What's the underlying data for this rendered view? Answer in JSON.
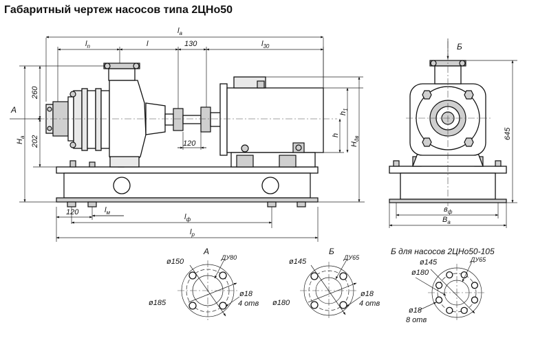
{
  "title": "Габаритный чертеж насосов типа 2ЦНо50",
  "dimensions": {
    "la": "l",
    "la_sub": "a",
    "ln": "l",
    "ln_sub": "n",
    "l": "l",
    "d130": "130",
    "l30": "l",
    "l30_sub": "30",
    "d260": "260",
    "d202": "202",
    "Ha": "H",
    "Ha_sub": "a",
    "d120_coupling": "120",
    "h": "h",
    "h1": "h",
    "h1_sub": "1",
    "Hdv": "H",
    "Hdv_sub": "дв",
    "d120_base": "120",
    "lm": "l",
    "lm_sub": "м",
    "lf": "l",
    "lf_sub": "ф",
    "lp": "l",
    "lp_sub": "р",
    "d645": "645",
    "bf": "в",
    "bf_sub": "ф",
    "Ba": "B",
    "Ba_sub": "a"
  },
  "view_labels": {
    "arrow_A": "А",
    "arrow_B": "Б"
  },
  "flanges": [
    {
      "label": "А",
      "outer_dia": "ø150",
      "nominal": "ДУ80",
      "bolt_circle": "ø185",
      "hole_dia": "ø18",
      "hole_count": "4 отв"
    },
    {
      "label": "Б",
      "outer_dia": "ø145",
      "nominal": "ДУ65",
      "bolt_circle": "ø180",
      "hole_dia": "ø18",
      "hole_count": "4 отв"
    },
    {
      "label": "Б  для насосов 2ЦНо50-105",
      "outer_dia": "ø145",
      "nominal": "ДУ65",
      "bolt_circle": "ø180",
      "hole_dia": "ø18",
      "hole_count": "8 отв"
    }
  ]
}
